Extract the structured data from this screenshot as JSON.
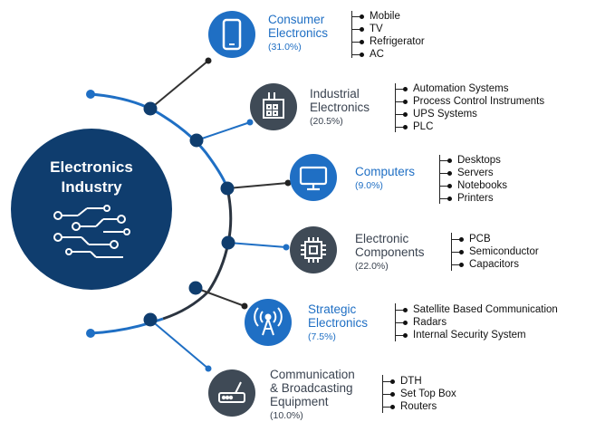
{
  "hub": {
    "title_line1": "Electronics",
    "title_line2": "Industry"
  },
  "segments": [
    {
      "name_line1": "Consumer",
      "name_line2": "Electronics",
      "name_line3": "",
      "share": "(31.0%)",
      "icon": "mobile-phone-icon",
      "accent": "blue",
      "items": [
        "Mobile",
        "TV",
        "Refrigerator",
        "AC"
      ]
    },
    {
      "name_line1": "Industrial",
      "name_line2": "Electronics",
      "name_line3": "",
      "share": "(20.5%)",
      "icon": "factory-building-icon",
      "accent": "dark",
      "items": [
        "Automation Systems",
        "Process Control Instruments",
        "UPS Systems",
        "PLC"
      ]
    },
    {
      "name_line1": "Computers",
      "name_line2": "",
      "name_line3": "",
      "share": "(9.0%)",
      "icon": "monitor-icon",
      "accent": "blue",
      "items": [
        "Desktops",
        "Servers",
        "Notebooks",
        "Printers"
      ]
    },
    {
      "name_line1": "Electronic",
      "name_line2": "Components",
      "name_line3": "",
      "share": "(22.0%)",
      "icon": "microchip-icon",
      "accent": "dark",
      "items": [
        "PCB",
        "Semiconductor",
        "Capacitors"
      ]
    },
    {
      "name_line1": "Strategic",
      "name_line2": "Electronics",
      "name_line3": "",
      "share": "(7.5%)",
      "icon": "antenna-tower-icon",
      "accent": "blue",
      "items": [
        "Satellite Based Communication",
        "Radars",
        "Internal Security System"
      ]
    },
    {
      "name_line1": "Communication",
      "name_line2": "& Broadcasting",
      "name_line3": "Equipment",
      "share": "(10.0%)",
      "icon": "router-icon",
      "accent": "dark",
      "items": [
        "DTH",
        "Set Top Box",
        "Routers"
      ]
    }
  ],
  "colors": {
    "navy": "#0f3d6e",
    "blue": "#1f6fc4",
    "dark": "#3f4a56",
    "arc": "#1f6fc4",
    "connector": "#333333"
  }
}
